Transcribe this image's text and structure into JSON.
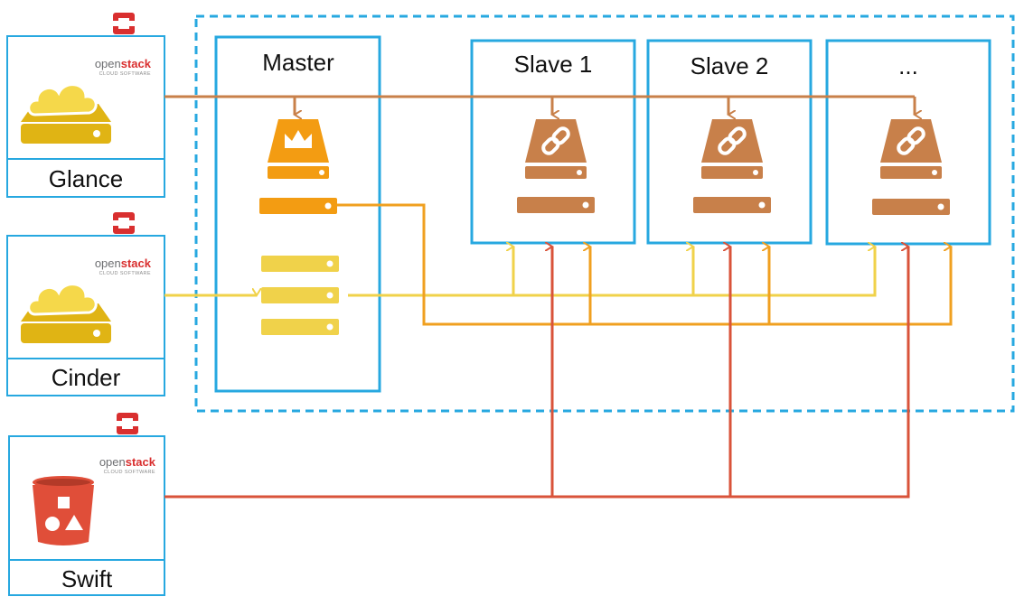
{
  "services": {
    "glance": {
      "label": "Glance"
    },
    "cinder": {
      "label": "Cinder"
    },
    "swift": {
      "label": "Swift"
    }
  },
  "openstack_logo": {
    "brand_light": "open",
    "brand_bold": "stack",
    "tagline": "CLOUD SOFTWARE"
  },
  "nodes": {
    "master": {
      "label": "Master"
    },
    "slave1": {
      "label": "Slave 1"
    },
    "slave2": {
      "label": "Slave 2"
    },
    "more": {
      "label": "..."
    }
  },
  "colors": {
    "border_blue": "#27a8e0",
    "image_line": "#c8804a",
    "volume_line": "#f0d24a",
    "volume_line_dark": "#f0a020",
    "swift_line": "#d9533a",
    "master_disk": "#f39c12",
    "slave_disk": "#c8804a",
    "storage_yellow": "#e0b414",
    "bucket_red": "#e04e39"
  },
  "icons": [
    "openstack-logo-icon",
    "cloud-storage-icon",
    "crown-disk-icon",
    "link-disk-icon",
    "bucket-icon"
  ]
}
